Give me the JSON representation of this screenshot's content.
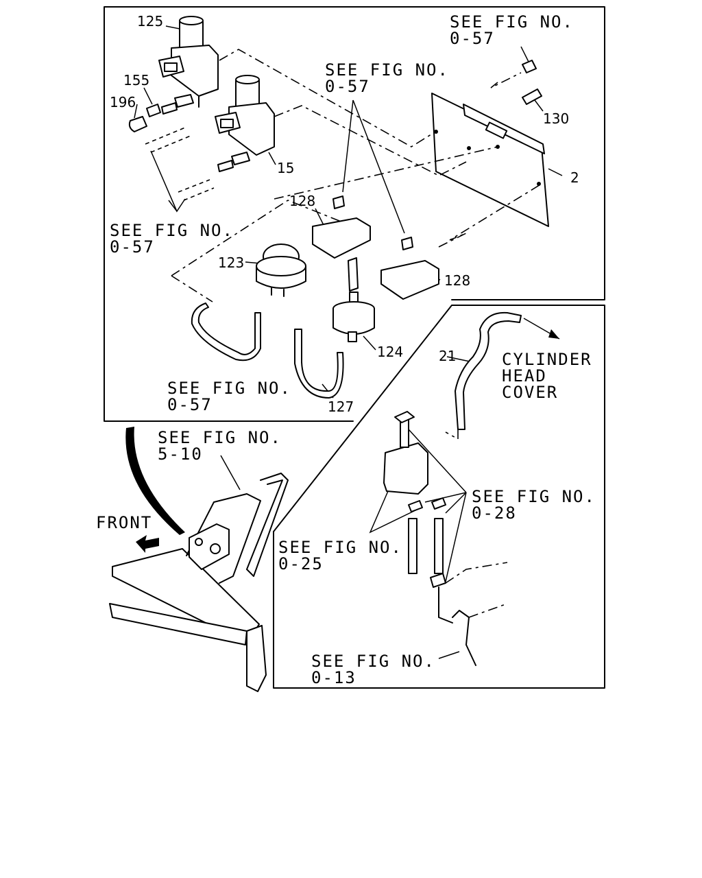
{
  "refs": {
    "r1": {
      "l1": "SEE FIG NO.",
      "l2": "0-57"
    },
    "r2": {
      "l1": "SEE FIG NO.",
      "l2": "0-57"
    },
    "r3": {
      "l1": "SEE FIG NO.",
      "l2": "0-57"
    },
    "r4": {
      "l1": "SEE FIG NO.",
      "l2": "0-57"
    },
    "r5": {
      "l1": "SEE FIG NO.",
      "l2": "5-10"
    },
    "r6": {
      "l1": "SEE FIG NO.",
      "l2": "0-28"
    },
    "r7": {
      "l1": "SEE FIG NO.",
      "l2": "0-25"
    },
    "r8": {
      "l1": "SEE FIG NO.",
      "l2": "0-13"
    }
  },
  "parts": {
    "p125": "125",
    "p155": "155",
    "p196": "196",
    "p15": "15",
    "p130": "130",
    "p2": "2",
    "p128a": "128",
    "p128b": "128",
    "p123": "123",
    "p124": "124",
    "p127": "127",
    "p21": "21"
  },
  "dest": {
    "l1": "CYLINDER",
    "l2": "HEAD",
    "l3": "COVER"
  },
  "front": "FRONT"
}
